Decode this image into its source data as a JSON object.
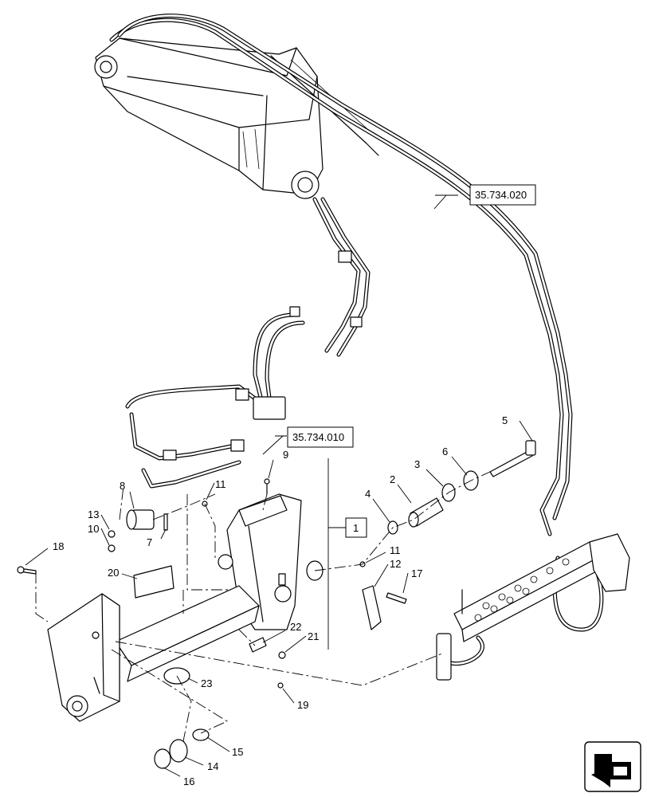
{
  "references": {
    "boom_lines": "35.734.020",
    "coupler_lines": "35.734.010",
    "assembly": "1"
  },
  "callouts": [
    "2",
    "3",
    "4",
    "5",
    "6",
    "7",
    "8",
    "9",
    "10",
    "11",
    "11",
    "12",
    "13",
    "14",
    "15",
    "16",
    "17",
    "18",
    "19",
    "20",
    "21",
    "22",
    "23"
  ],
  "nav_icon": "navigation-arrow-icon"
}
